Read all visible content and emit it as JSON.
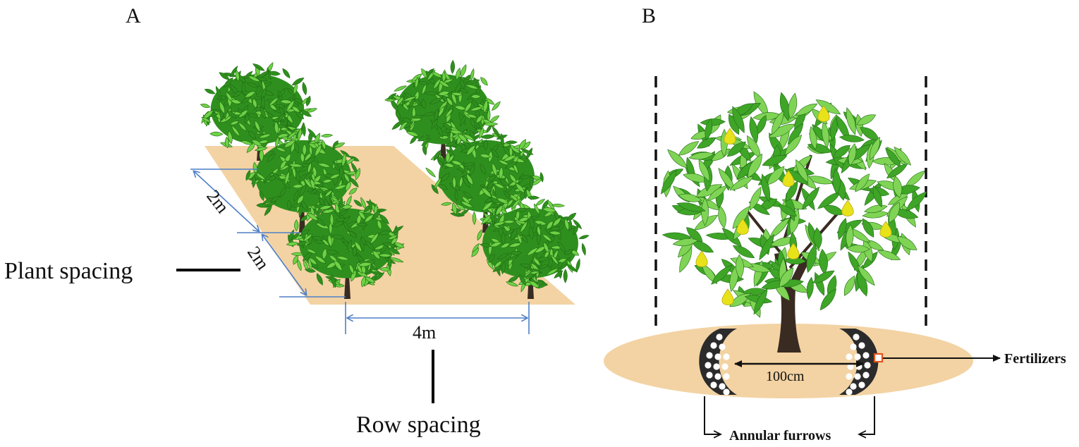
{
  "panel_a": {
    "label": "A",
    "plant_spacing_label": "Plant spacing",
    "row_spacing_label": "Row spacing",
    "spacing_upper": "2m",
    "spacing_lower": "2m",
    "spacing_row": "4m"
  },
  "panel_b": {
    "label": "B",
    "furrow_distance": "100cm",
    "fertilizers_label": "Fertilizers",
    "furrows_label": "Annular furrows"
  },
  "colors": {
    "soil": "#f3d3a3",
    "leaf_dark": "#2f8f1e",
    "leaf_light": "#6fd146",
    "trunk": "#3a2b22",
    "dimension_line": "#4f7fc6",
    "pear": "#e8e21a",
    "furrow": "#2b2b2b",
    "fertilizer_marker": "#e2541c"
  }
}
